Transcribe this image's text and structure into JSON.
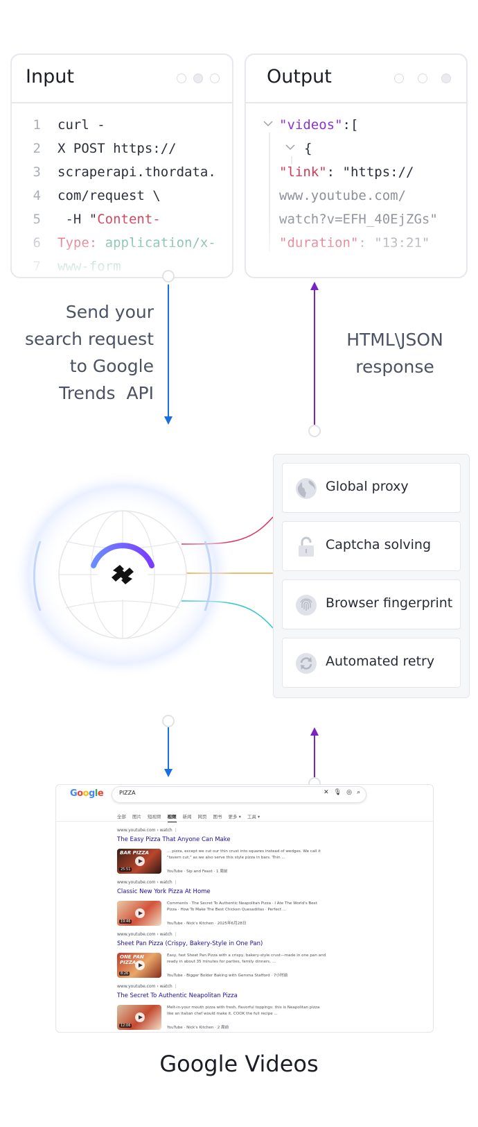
{
  "input_card": {
    "title": "Input",
    "lines": [
      {
        "n": "1",
        "parts": [
          {
            "t": "curl -",
            "c": "c-dark"
          }
        ]
      },
      {
        "n": "2",
        "parts": [
          {
            "t": "X POST https://",
            "c": "c-dark"
          }
        ]
      },
      {
        "n": "3",
        "parts": [
          {
            "t": "scraperapi.thordata.",
            "c": "c-dark"
          }
        ]
      },
      {
        "n": "4",
        "parts": [
          {
            "t": "com/request \\",
            "c": "c-dark"
          }
        ]
      },
      {
        "n": "5",
        "parts": [
          {
            "t": " -H \"",
            "c": "c-dark"
          },
          {
            "t": "Content-",
            "c": "c-red"
          }
        ]
      },
      {
        "n": "6",
        "parts": [
          {
            "t": "Type: ",
            "c": "c-red"
          },
          {
            "t": "application/x-",
            "c": "c-green"
          }
        ]
      },
      {
        "n": "7",
        "parts": [
          {
            "t": "www-form",
            "c": "c-green"
          }
        ]
      }
    ]
  },
  "output_card": {
    "title": "Output",
    "lines": [
      {
        "parts": [
          {
            "t": "\"videos\"",
            "c": "c-purple"
          },
          {
            "t": ":[",
            "c": "c-dark"
          }
        ]
      },
      {
        "parts": [
          {
            "t": "{",
            "c": "c-dark"
          }
        ]
      },
      {
        "parts": [
          {
            "t": "\"link\"",
            "c": "c-red"
          },
          {
            "t": ": \"https://",
            "c": "c-dark"
          }
        ]
      },
      {
        "parts": [
          {
            "t": "www.youtube.com/",
            "c": "c-gray"
          }
        ]
      },
      {
        "parts": [
          {
            "t": "watch?v=EFH_40EjZGs\"",
            "c": "c-gray"
          }
        ]
      },
      {
        "parts": [
          {
            "t": "\"duration\"",
            "c": "c-red"
          },
          {
            "t": ": \"13:21\"",
            "c": "c-gray"
          }
        ]
      }
    ]
  },
  "captions": {
    "request": [
      "Send your",
      "search request",
      "to Google",
      "Trends  API"
    ],
    "response": [
      "HTML\\JSON",
      "response"
    ]
  },
  "features": [
    {
      "label": "Global proxy",
      "icon": "globe-icon"
    },
    {
      "label": "Captcha solving",
      "icon": "padlock-icon"
    },
    {
      "label": "Browser fingerprint",
      "icon": "fingerprint-icon"
    },
    {
      "label": "Automated retry",
      "icon": "refresh-icon"
    }
  ],
  "google": {
    "logo": "Google",
    "query": "PIZZA",
    "tabs": [
      "全部",
      "图片",
      "短视频",
      "视频",
      "新闻",
      "网页",
      "图书",
      "更多 ▾",
      "工具 ▾"
    ],
    "active_tab": "视频",
    "results": [
      {
        "url": "www.youtube.com › watch",
        "title": "The Easy Pizza That Anyone Can Make",
        "desc": "... pizza, except we cut our thin crust into squares instead of wedges. We call it \"tavern cut,\" as we also serve this style pizza in bars. Thin ...",
        "meta": "YouTube · Sip and Feast · 1 周前",
        "duration": "25:51",
        "thumb_text": "BAR PIZZA"
      },
      {
        "url": "www.youtube.com › watch",
        "title": "Classic New York Pizza At Home",
        "desc": "Comments · The Secret To Authentic Neapolitan Pizza · I Ate The World's Best Pizza · How To Make The Best Chicken Quesadillas · Perfect ...",
        "meta": "YouTube · Nick's Kitchen · 2025年6月28日",
        "duration": "19:46",
        "thumb_text": ""
      },
      {
        "url": "www.youtube.com › watch",
        "title": "Sheet Pan Pizza (Crispy, Bakery-Style in One Pan)",
        "desc": "Easy, fast Sheet Pan Pizza with a crispy, bakery-style crust—made in one pan and ready in about 35 minutes for parties, family dinners, ...",
        "meta": "YouTube · Bigger Bolder Baking with Gemma Stafford · 7小时前",
        "duration": "8:26",
        "thumb_text": "ONE PAN PIZZA"
      },
      {
        "url": "www.youtube.com › watch",
        "title": "The Secret To Authentic Neapolitan Pizza",
        "desc": "Melt-in-your mouth pizza with fresh, flavorful toppings: this is Neapolitan pizza like an Italian chef would make it. COOK the full recipe ...",
        "meta": "YouTube · Nick's Kitchen · 2 周前",
        "duration": "12:06",
        "thumb_text": ""
      }
    ]
  },
  "bottom_title": "Google Videos",
  "colors": {
    "request_arrow": "#1a6fe0",
    "response_arrow": "#7a22c4",
    "line_red": "#e0305a",
    "line_orange": "#e8a53a",
    "line_cyan": "#2bc7c9"
  }
}
